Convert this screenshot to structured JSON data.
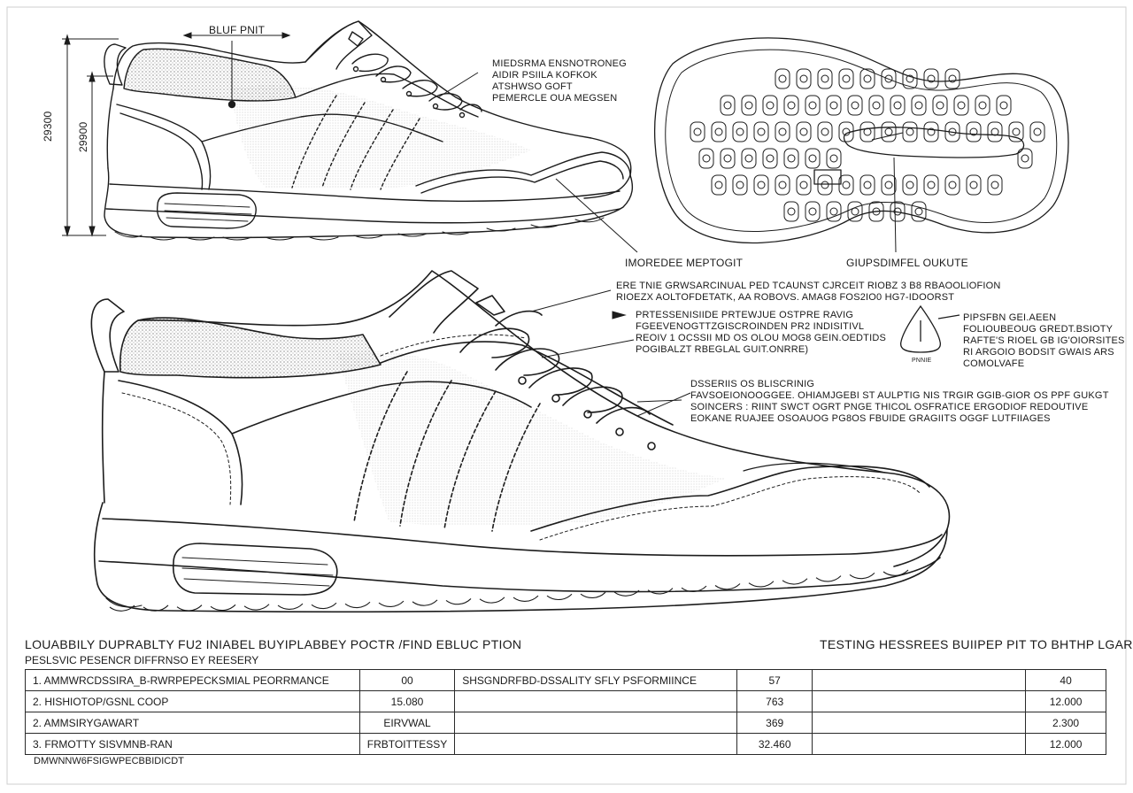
{
  "callouts": {
    "blue_print": "BLUF PNIT",
    "dim_outer": "29300",
    "dim_inner": "29900",
    "top_note": [
      "MIEDSRMA ENSNOTRONEG",
      "AIDIR PSIILA KOFKOK",
      "ATSHWSO GOFT",
      "PEMERCLE OUA MEGSEN"
    ],
    "midsole_label": "IMOREDEE MEPTOGIT",
    "outsole_label": "GIUPSDIMFEL OUKUTE",
    "upper_note": [
      "ERE TNIE GRWSARCINUAL PED TCAUNST CJRCEIT RIOBZ 3 B8 RBAOOLIOFION",
      "RIOEZX AOLTOFDETATK, AA ROBOVS. AMAG8 FOS2IO0 HG7-IDOORST"
    ],
    "perf_note": [
      "PRTESSENISIIDE PRTEWJUE OSTPRE RAVIG",
      "FGEEVENOGTTZGISCROINDEN PR2 INDISITIVL",
      "REOIV 1 OCSSII MD OS OLOU MOG8 GEIN.OEDTIDS",
      "POGIBALZT RBEGLAL GUIT.ONRRE)"
    ],
    "cert_note": [
      "PIPSFBN GEI.AEEN",
      "FOLIOUBEOUG GREDT.BSIOTY",
      "RAFTE'S RIOEL GB IG'OIORSITES",
      "RI ARGOIO BODSIT GWAIS ARS",
      "COMOLVAFE"
    ],
    "warning_label": "PNNIE",
    "design_note": [
      "DSSERIIS OS BLISCRINIG",
      "FAVSOEIONOOGGEE. OHIAMJGEBI ST AULPTIG NIS TRGIR GGIB-GIOR OS PPF GUKGT",
      "SOINCERS : RIINT SWCT OGRT PNGE THICOL OSFRATICE ERGODIOF REDOUTIVE",
      "EOKANE RUAJEE OSOAUOG PG8OS FBUIDE GRAGIITS OGGF LUTFIIAGES"
    ]
  },
  "footer": {
    "title": "LOUABBILY DUPRABLTY FU2 INIABEL BUYIPLABBEY POCTR /FIND EBLUC PTION",
    "subtitle": "PESLSVIC PESENCR DIFFRNSO EY REESERY",
    "right_title": "TESTING HESSREES BUIIPEP PIT TO BHTHP LGARS",
    "note": "DMWNNW6FSIGWPECBBIDICDT"
  },
  "table": [
    [
      "1. AMMWRCDSSIRA_B-RWRPEPECKSMIAL PEORRMANCE",
      "00",
      "SHSGNDRFBD-DSSALITY SFLY PSFORMIINCE",
      "57",
      "",
      "40"
    ],
    [
      "2. HISHIOTOP/GSNL COOP",
      "15.080",
      "",
      "763",
      "",
      "12.000"
    ],
    [
      "2. AMMSIRYGAWART",
      "EIRVWAL",
      "",
      "369",
      "",
      "2.300"
    ],
    [
      "3. FRMOTTY SISVMNB-RAN",
      "FRBTOITTESSY",
      "",
      "32.460",
      "",
      "12.000"
    ]
  ]
}
